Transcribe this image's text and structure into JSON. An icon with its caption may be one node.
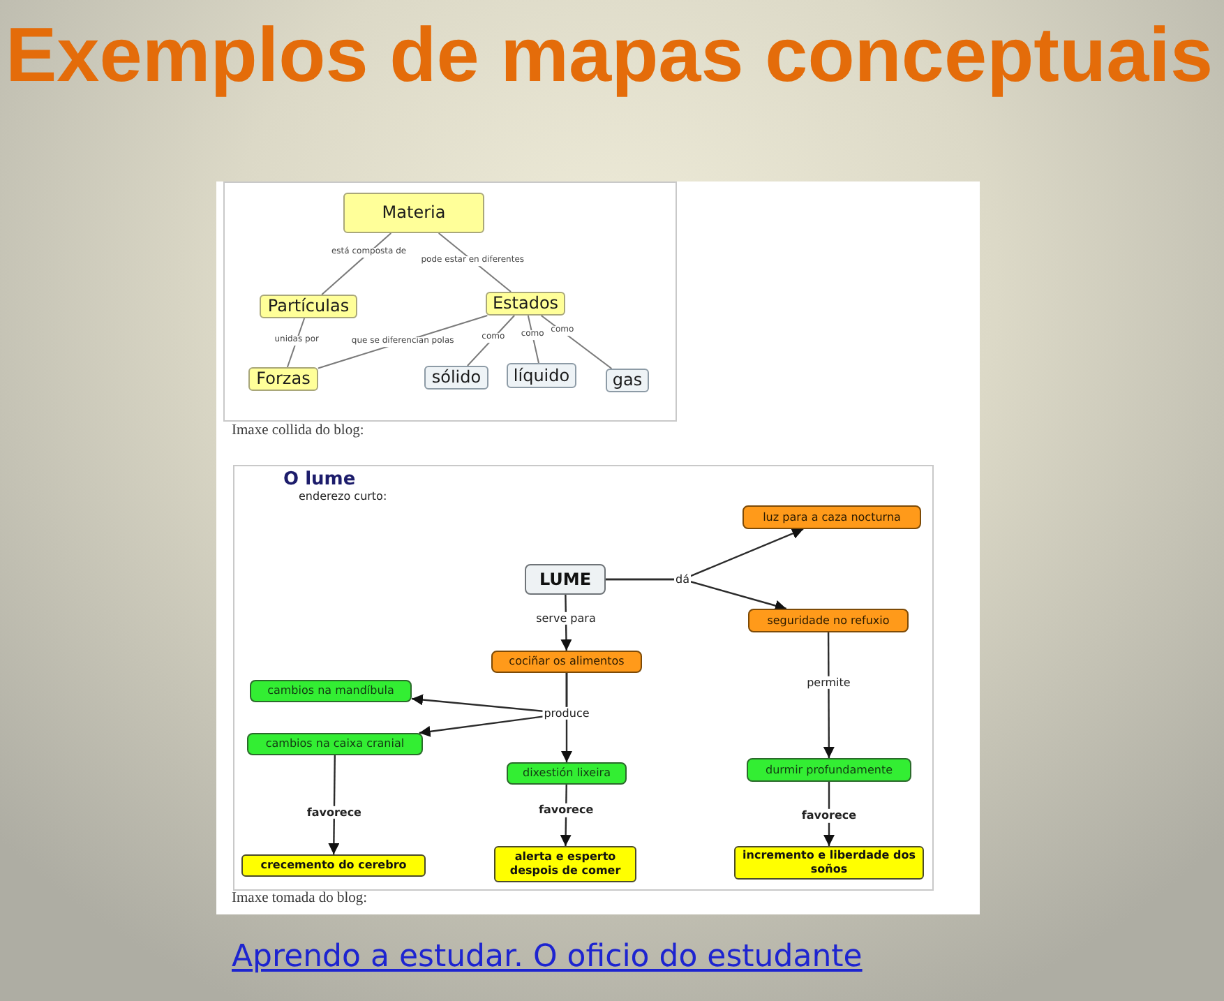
{
  "diagram": {
    "title": "Exemplos de mapas conceptuais",
    "caption": "Aprendo a estudar. O oficio do estudante",
    "nodes": [
      {
        "text": [
          "Materia"
        ]
      },
      {
        "text": [
          "Partículas"
        ]
      },
      {
        "text": [
          "Estados"
        ]
      },
      {
        "text": [
          "Forzas"
        ]
      },
      {
        "text": [
          "sólido"
        ]
      },
      {
        "text": [
          "líquido"
        ]
      },
      {
        "text": [
          "gas"
        ]
      },
      {
        "text": [
          "LUME"
        ]
      },
      {
        "text": [
          "luz para a caza nocturna"
        ]
      },
      {
        "text": [
          "seguridade no refuxio"
        ]
      },
      {
        "text": [
          "cociñar os alimentos"
        ]
      },
      {
        "text": [
          "cambios na mandíbula"
        ]
      },
      {
        "text": [
          "cambios na caixa cranial"
        ]
      },
      {
        "text": [
          "dixestión lixeira"
        ]
      },
      {
        "text": [
          "durmir profundamente"
        ]
      },
      {
        "text": [
          "crecemento do cerebro"
        ]
      },
      {
        "text": [
          "alerta e esperto despois de comer"
        ]
      },
      {
        "text": [
          "incremento e liberdade dos soños"
        ]
      }
    ],
    "edges": [
      {
        "from": 0,
        "to": 1,
        "arrow": "none",
        "label": "está composta de"
      },
      {
        "from": 0,
        "to": 2,
        "arrow": "none",
        "label": "pode estar en diferentes"
      },
      {
        "from": 1,
        "to": 3,
        "arrow": "none",
        "label": "unidas por"
      },
      {
        "from": 2,
        "to": 3,
        "arrow": "none",
        "label": "que se diferencian polas"
      },
      {
        "from": 2,
        "to": 4,
        "arrow": "none",
        "label": "como"
      },
      {
        "from": 2,
        "to": 5,
        "arrow": "none",
        "label": "como"
      },
      {
        "from": 2,
        "to": 6,
        "arrow": "none",
        "label": "como"
      },
      {
        "from": 7,
        "to": 8,
        "arrow": "to",
        "label": "dá"
      },
      {
        "from": 7,
        "to": 9,
        "arrow": "to"
      },
      {
        "from": 7,
        "to": 10,
        "arrow": "to",
        "label": "serve para"
      },
      {
        "from": 10,
        "to": 11,
        "arrow": "to",
        "label": "produce"
      },
      {
        "from": 10,
        "to": 12,
        "arrow": "to"
      },
      {
        "from": 10,
        "to": 13,
        "arrow": "to"
      },
      {
        "from": 9,
        "to": 14,
        "arrow": "to",
        "label": "permite"
      },
      {
        "from": 12,
        "to": 15,
        "arrow": "to",
        "label": "favorece"
      },
      {
        "from": 13,
        "to": 16,
        "arrow": "to",
        "label": "favorece"
      },
      {
        "from": 14,
        "to": 17,
        "arrow": "to",
        "label": "favorece"
      }
    ],
    "labels": [
      "Imaxe collida do blog:",
      "O lume",
      "enderezo curto:",
      "Imaxe tomada do blog:"
    ]
  }
}
